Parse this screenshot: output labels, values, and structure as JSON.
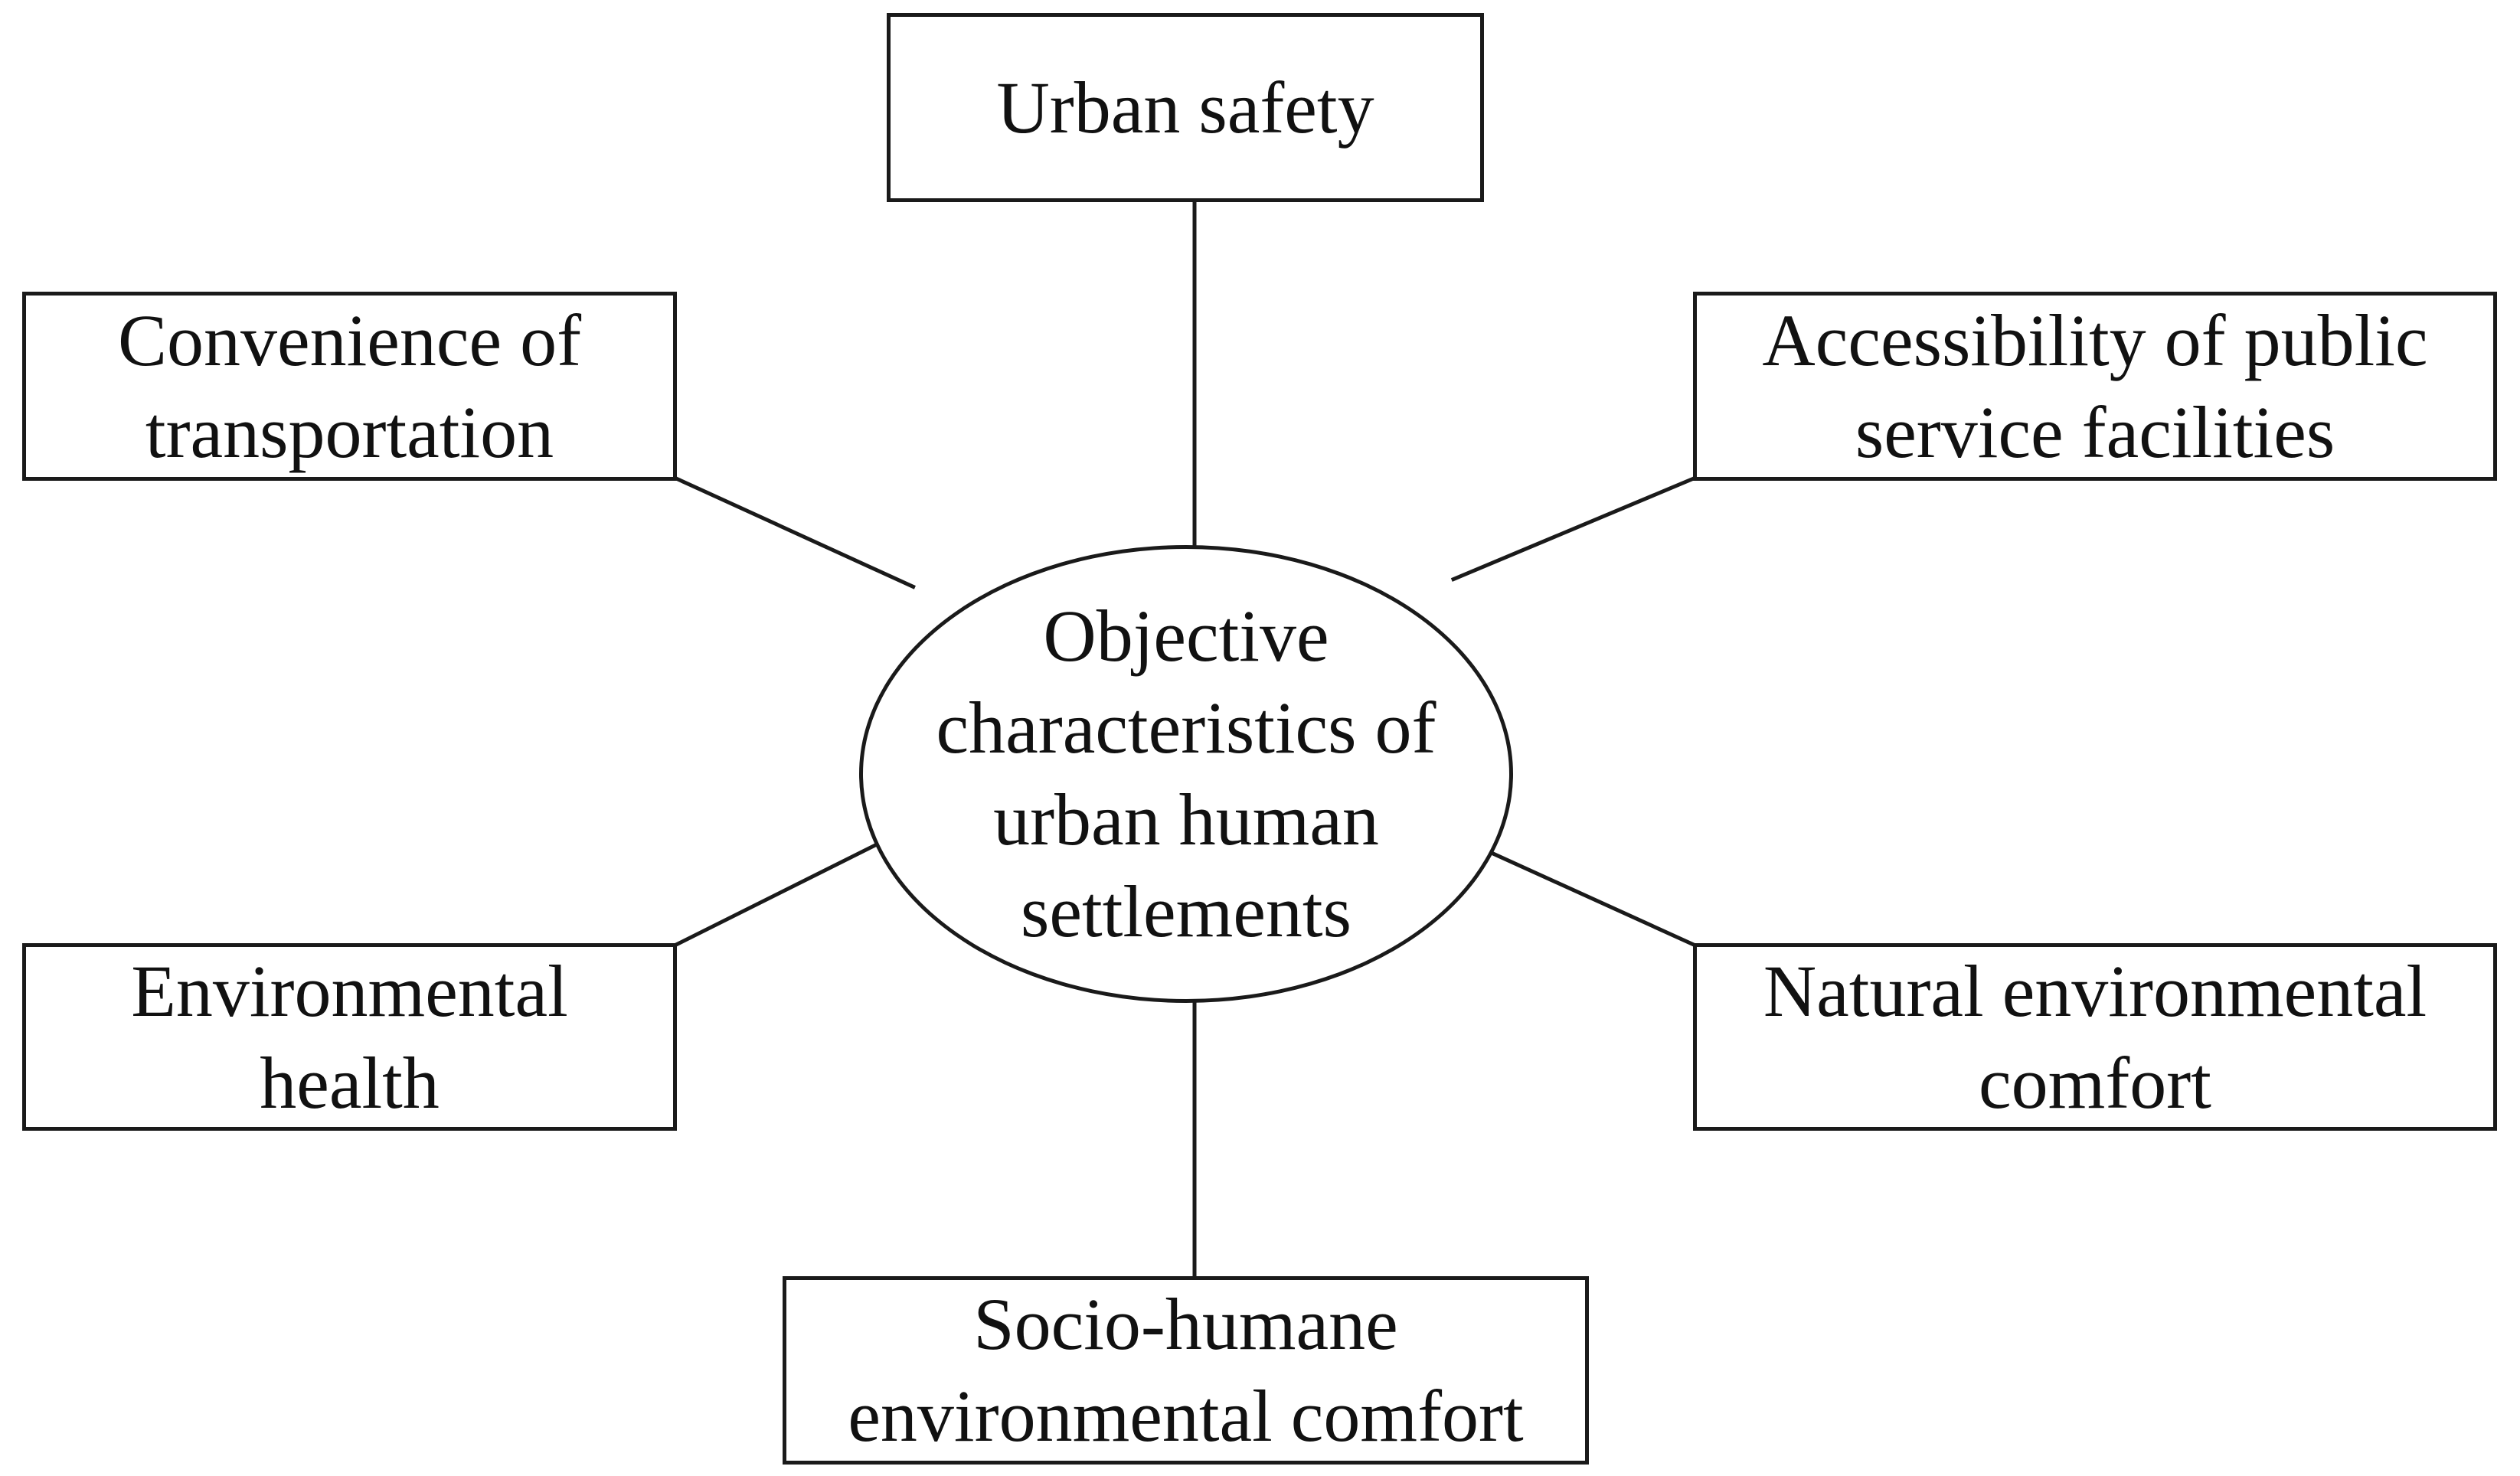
{
  "diagram": {
    "center": {
      "lines": [
        "Objective",
        "characteristics of",
        "urban human",
        "settlements"
      ]
    },
    "nodes": {
      "urban_safety": {
        "lines": [
          "Urban safety"
        ]
      },
      "transportation": {
        "lines": [
          "Convenience of",
          "transportation"
        ]
      },
      "public_service": {
        "lines": [
          "Accessibility of public",
          "service facilities"
        ]
      },
      "environmental_health": {
        "lines": [
          "Environmental",
          "health"
        ]
      },
      "natural_comfort": {
        "lines": [
          "Natural environmental",
          "comfort"
        ]
      },
      "socio_humane": {
        "lines": [
          "Socio-humane",
          "environmental comfort"
        ]
      }
    }
  }
}
